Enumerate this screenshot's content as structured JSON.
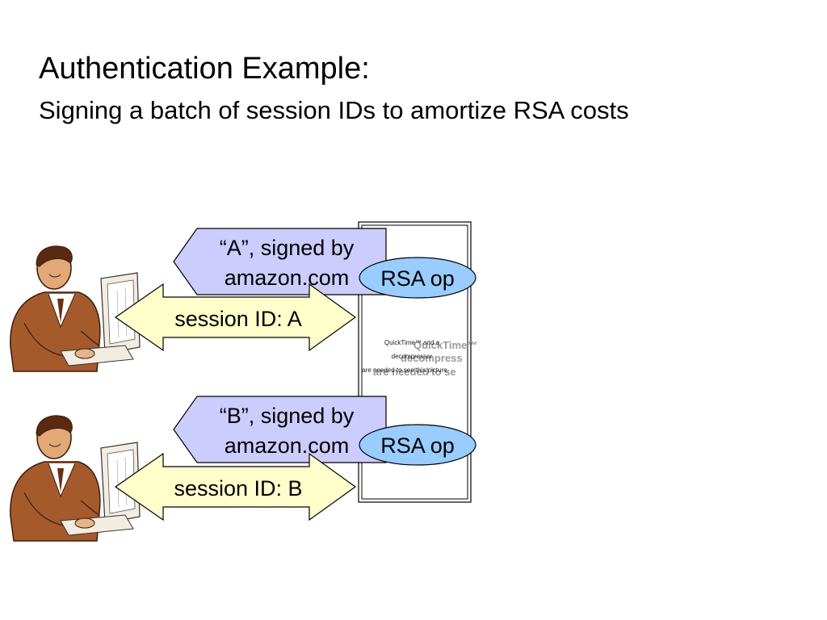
{
  "title": "Authentication Example:",
  "subtitle": "Signing a batch of session IDs to amortize RSA costs",
  "colors": {
    "callout_fill": "#ccccff",
    "arrow_fill": "#ffffcc",
    "oval_fill": "#99ccff",
    "stroke": "#000000",
    "placeholder_text": "#9a9a9a"
  },
  "exchanges": [
    {
      "callout_line1": "“A”, signed by",
      "callout_line2": "amazon.com",
      "rsa_label": "RSA op",
      "session_label": "session ID: A"
    },
    {
      "callout_line1": "“B”, signed by",
      "callout_line2": "amazon.com",
      "rsa_label": "RSA op",
      "session_label": "session ID: B"
    }
  ],
  "server_placeholder": {
    "small_lines": [
      "QuickTime™ and a",
      "decompressor",
      "are needed to see this picture."
    ],
    "large_lines": [
      "QuickTime™",
      "decompress",
      "are needed to se"
    ]
  },
  "icons": [
    "user-at-computer-icon",
    "user-at-computer-icon"
  ]
}
